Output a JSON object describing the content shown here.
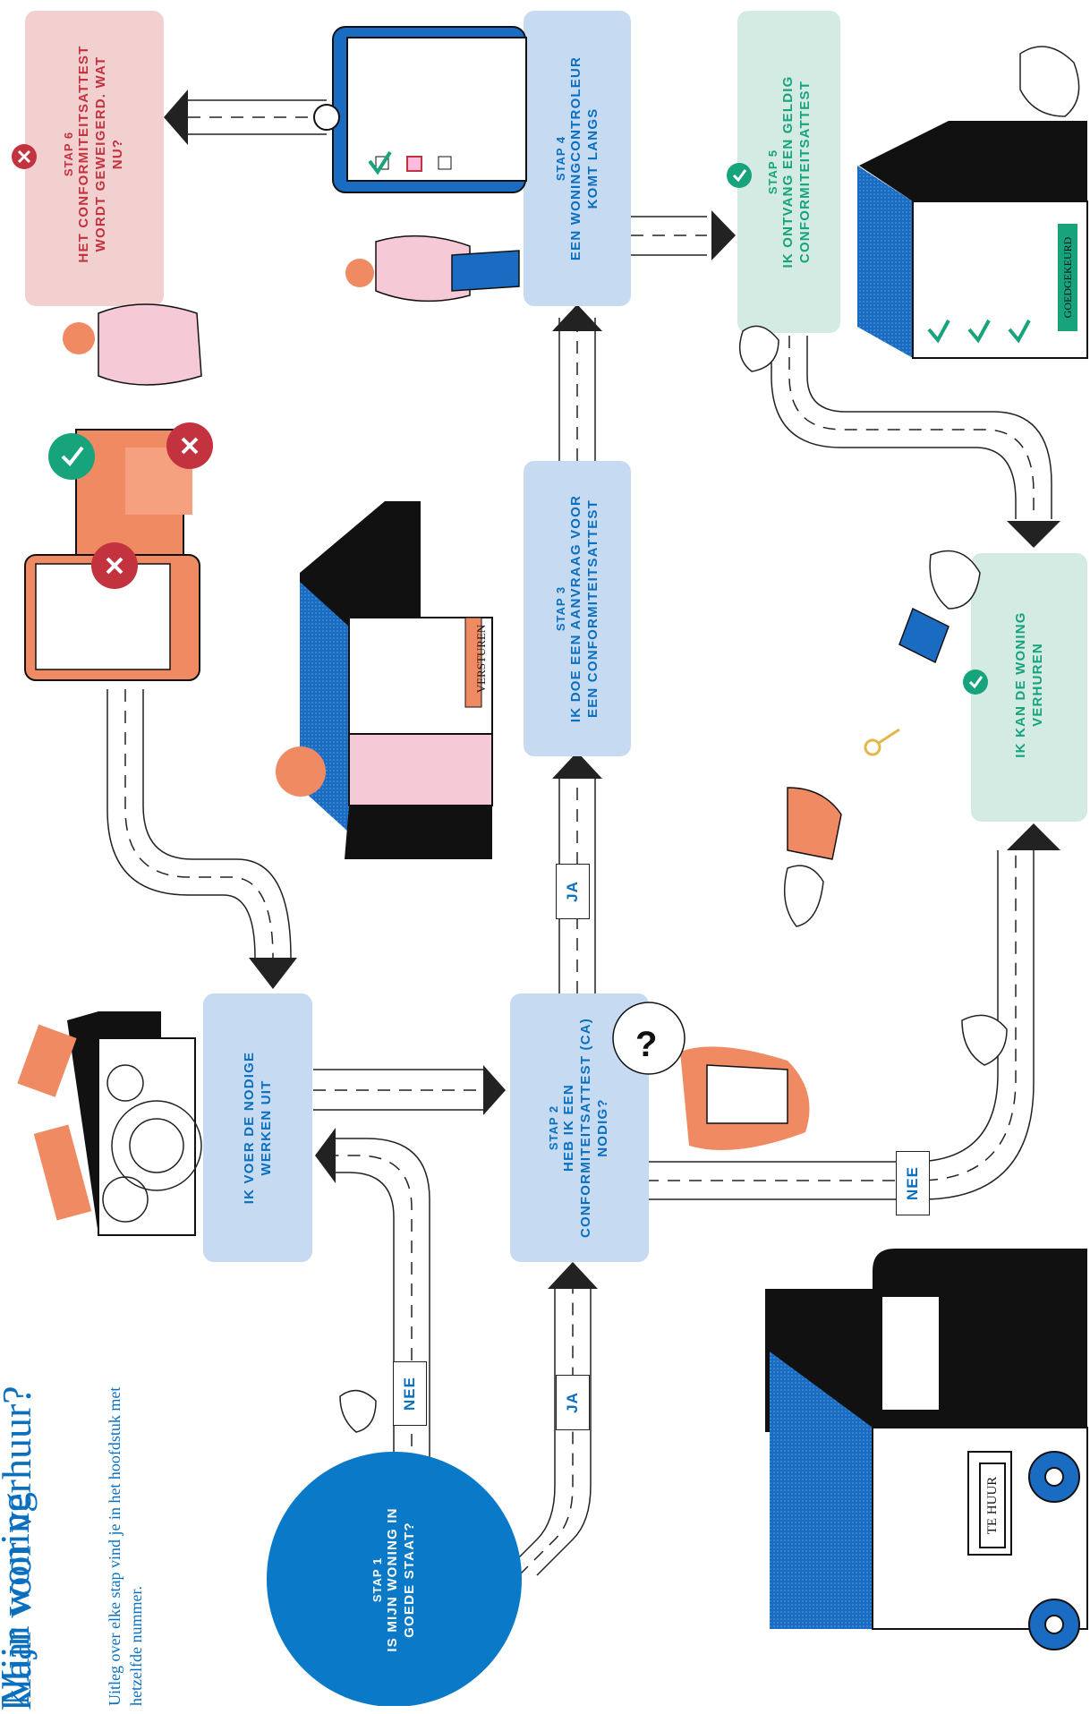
{
  "title": {
    "line1": "Mijn woning",
    "line2": "klaar voor verhuur?"
  },
  "intro": {
    "line1": "Uitleg over elke stap vind je in het hoofdstuk met",
    "line2": "hetzelfde nummer."
  },
  "steps": {
    "s1": {
      "label": "STAP 1",
      "text": "IS MIJN WONING IN GOEDE STAAT?"
    },
    "s2": {
      "label": "STAP 2",
      "text": "HEB IK EEN CONFORMITEITSATTEST (CA) NODIG?"
    },
    "s3": {
      "label": "STAP 3",
      "text": "IK DOE EEN AANVRAAG VOOR EEN CONFORMITEITSATTEST"
    },
    "s4": {
      "label": "STAP 4",
      "text": "EEN WONINGCONTROLEUR KOMT LANGS"
    },
    "s5": {
      "label": "STAP 5",
      "text": "IK ONTVANG EEN GELDIG CONFORMITEITSATTEST"
    },
    "s6": {
      "label": "STAP 6",
      "text": "HET CONFORMITEITSATTEST WORDT GEWEIGERD. WAT NU?"
    },
    "works": {
      "text": "IK VOER DE NODIGE WERKEN UIT"
    },
    "rent": {
      "text": "IK KAN DE WONING VERHUREN"
    }
  },
  "roads": {
    "yes": "JA",
    "no": "NEE"
  },
  "signs": {
    "versturen": "VERSTUREN",
    "goedgekeurd": "GOEDGEKEURD",
    "te_huur": "TE HUUR"
  },
  "colors": {
    "blue": "#0a6fbf",
    "light_blue": "#c6dbf1",
    "mint": "#d4ebe4",
    "pink": "#f2d0d0",
    "green": "#17a37c",
    "red": "#c2323f",
    "orange": "#ef8a62"
  }
}
